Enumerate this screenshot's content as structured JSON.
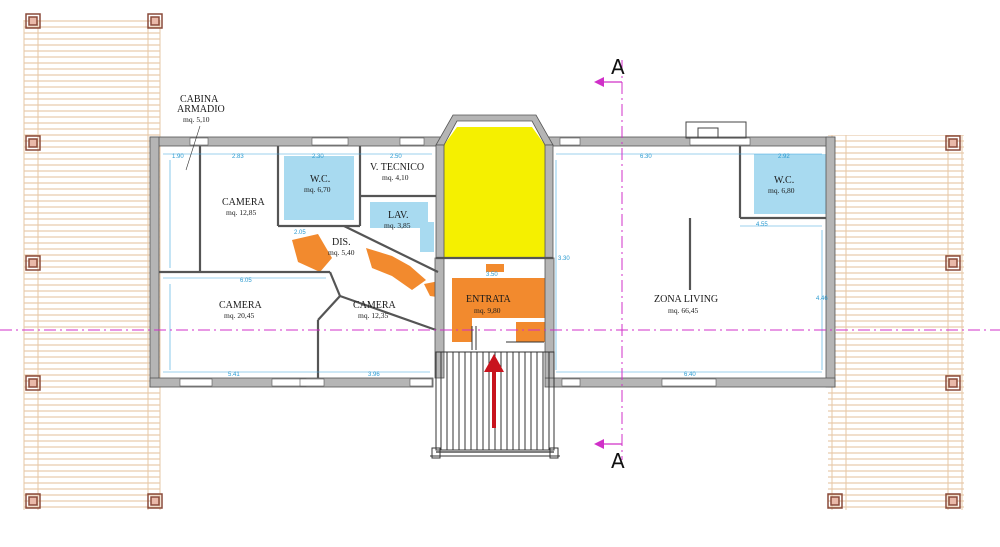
{
  "colors": {
    "wall": "#b5b5b5",
    "wall_outline": "#555555",
    "dimension_line": "#3aa3dd",
    "section_line": "#d030c8",
    "entrance_arrow": "#c8141e",
    "fill_yellow": "#f5f000",
    "fill_orange": "#f28a2e",
    "fill_blue": "#a8daf0",
    "pergola": "#e8c9a8"
  },
  "rooms": {
    "cabina": {
      "name_line1": "CABINA",
      "name_line2": "ARMADIO",
      "area": "mq. 5,10"
    },
    "camera1": {
      "name": "CAMERA",
      "area": "mq. 12,85"
    },
    "wc1": {
      "name": "W.C.",
      "area": "mq. 6,70"
    },
    "vtecnico": {
      "name": "V. TECNICO",
      "area": "mq. 4,10"
    },
    "lav": {
      "name": "LAV.",
      "area": "mq. 3,85"
    },
    "dis": {
      "name": "DIS.",
      "area": "mq. 5,40"
    },
    "camera2": {
      "name": "CAMERA",
      "area": "mq. 20,45"
    },
    "camera3": {
      "name": "CAMERA",
      "area": "mq. 12,35"
    },
    "entrata": {
      "name": "ENTRATA",
      "area": "mq. 9,80"
    },
    "living": {
      "name": "ZONA LIVING",
      "area": "mq. 66,45"
    },
    "wc2": {
      "name": "W.C.",
      "area": "mq. 6,80"
    }
  },
  "section_marks": {
    "top": "A",
    "bottom": "A"
  },
  "dimensions": {
    "d1": "1.90",
    "d2": "2.83",
    "d3": "2.30",
    "d4": "2.50",
    "d5": "6.30",
    "d6": "2.92",
    "d7": "4.55",
    "d8": "6.05",
    "d9": "5.41",
    "d10": "3.96",
    "d11": "6.40",
    "d12": "2.05",
    "d13": "3.50",
    "d14": "4.46",
    "d15": "3.30"
  }
}
